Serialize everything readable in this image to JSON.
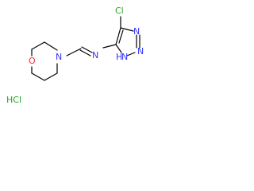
{
  "molecule": {
    "atoms": {
      "cl": "Cl",
      "n_triazole_2": "N",
      "n_triazole_3": "N",
      "nh_triazole_1": "N",
      "h_triazole_1": "H",
      "n_imine": "N",
      "n_morpholine": "N",
      "o_morpholine": "O"
    },
    "salt": "HCl"
  },
  "colors": {
    "carbon_bond": "#000000",
    "nitrogen": "#3333ff",
    "oxygen": "#ff2a2a",
    "chlorine": "#22aa22",
    "hcl": "#22aa22"
  }
}
